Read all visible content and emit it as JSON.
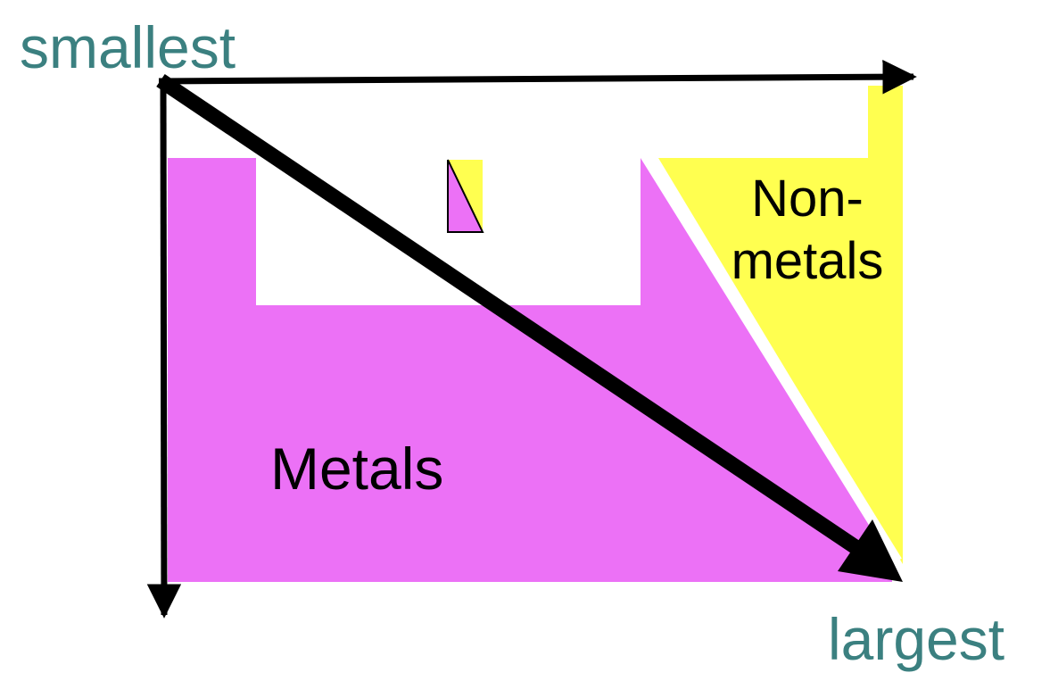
{
  "labels": {
    "smallest": "smallest",
    "largest": "largest",
    "metals": "Metals",
    "nonmetals_line1": "Non-",
    "nonmetals_line2": "metals"
  },
  "colors": {
    "metals": "#ec71f6",
    "nonmetals": "#ffff50",
    "arrows": "#000000",
    "endpoint_text": "#3b8080",
    "region_text": "#000000"
  }
}
